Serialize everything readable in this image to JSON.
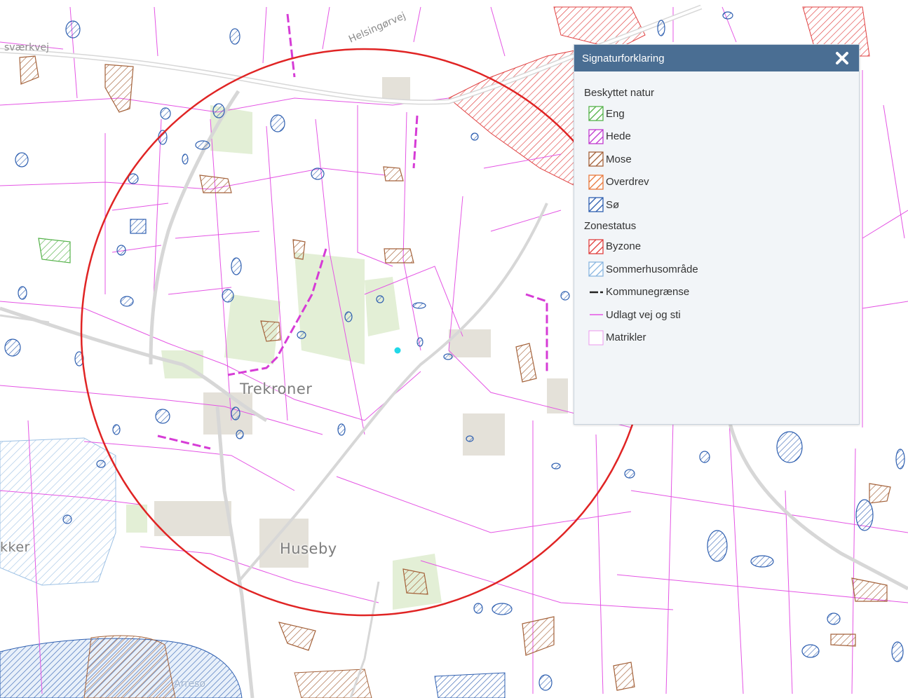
{
  "map": {
    "place_labels": [
      "Trekroner",
      "Huseby"
    ],
    "road_labels": [
      "Helsingørvej",
      "sværkvej",
      "Arresø",
      "kker"
    ],
    "colors": {
      "parcel_line": "#e455e4",
      "buffer_circle": "#e02424",
      "eng": "#55b24a",
      "hede": "#c03ad0",
      "mose": "#a4623a",
      "overdrev": "#e8783c",
      "soe": "#2e5fb0",
      "byzone": "#e04040",
      "sommerhus": "#8ab6e0"
    },
    "marker_color": "#21d8e8"
  },
  "legend": {
    "title": "Signaturforklaring",
    "close_icon": "close-icon",
    "sections": [
      {
        "heading": "Beskyttet natur",
        "items": [
          {
            "label": "Eng",
            "color": "#55b24a",
            "kind": "hatch"
          },
          {
            "label": "Hede",
            "color": "#c03ad0",
            "kind": "hatch"
          },
          {
            "label": "Mose",
            "color": "#a4623a",
            "kind": "hatch"
          },
          {
            "label": "Overdrev",
            "color": "#e8783c",
            "kind": "hatch"
          },
          {
            "label": "Sø",
            "color": "#2e5fb0",
            "kind": "hatch"
          }
        ]
      },
      {
        "heading": "Zonestatus",
        "items": [
          {
            "label": "Byzone",
            "color": "#e04040",
            "kind": "hatch"
          },
          {
            "label": "Sommerhusområde",
            "color": "#8ab6e0",
            "kind": "hatch"
          },
          {
            "label": "Kommunegrænse",
            "color": "#222222",
            "kind": "dash"
          },
          {
            "label": "Udlagt vej og sti",
            "color": "#e455e4",
            "kind": "line"
          },
          {
            "label": "Matrikler",
            "color": "#e455e4",
            "kind": "box"
          }
        ]
      }
    ]
  }
}
